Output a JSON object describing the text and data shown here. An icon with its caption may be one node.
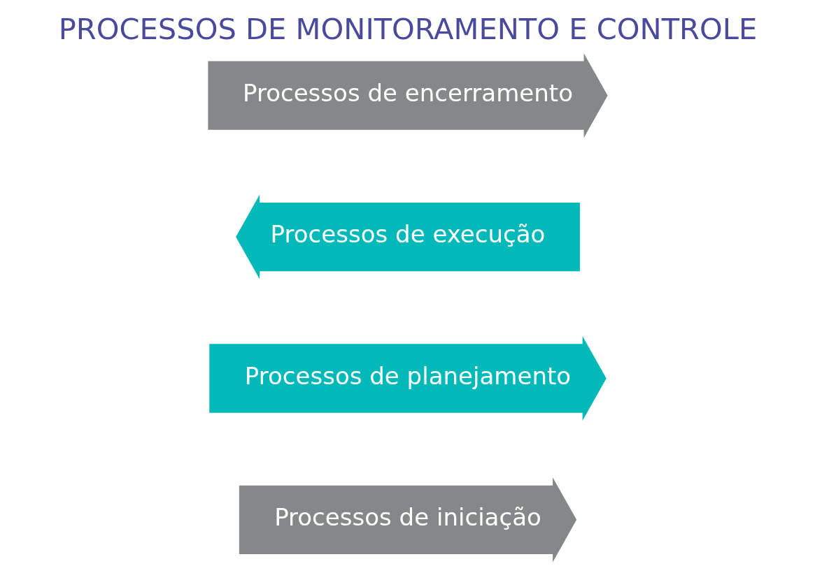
{
  "diagram": {
    "title": "PROCESSOS DE MONITORAMENTO E CONTROLE",
    "nodes": [
      {
        "text": [
          "Processos de iniciação"
        ]
      },
      {
        "text": [
          "Processos de planejamento"
        ]
      },
      {
        "text": [
          "Processos de execução"
        ]
      },
      {
        "text": [
          "Processos de encerramento"
        ]
      }
    ]
  }
}
